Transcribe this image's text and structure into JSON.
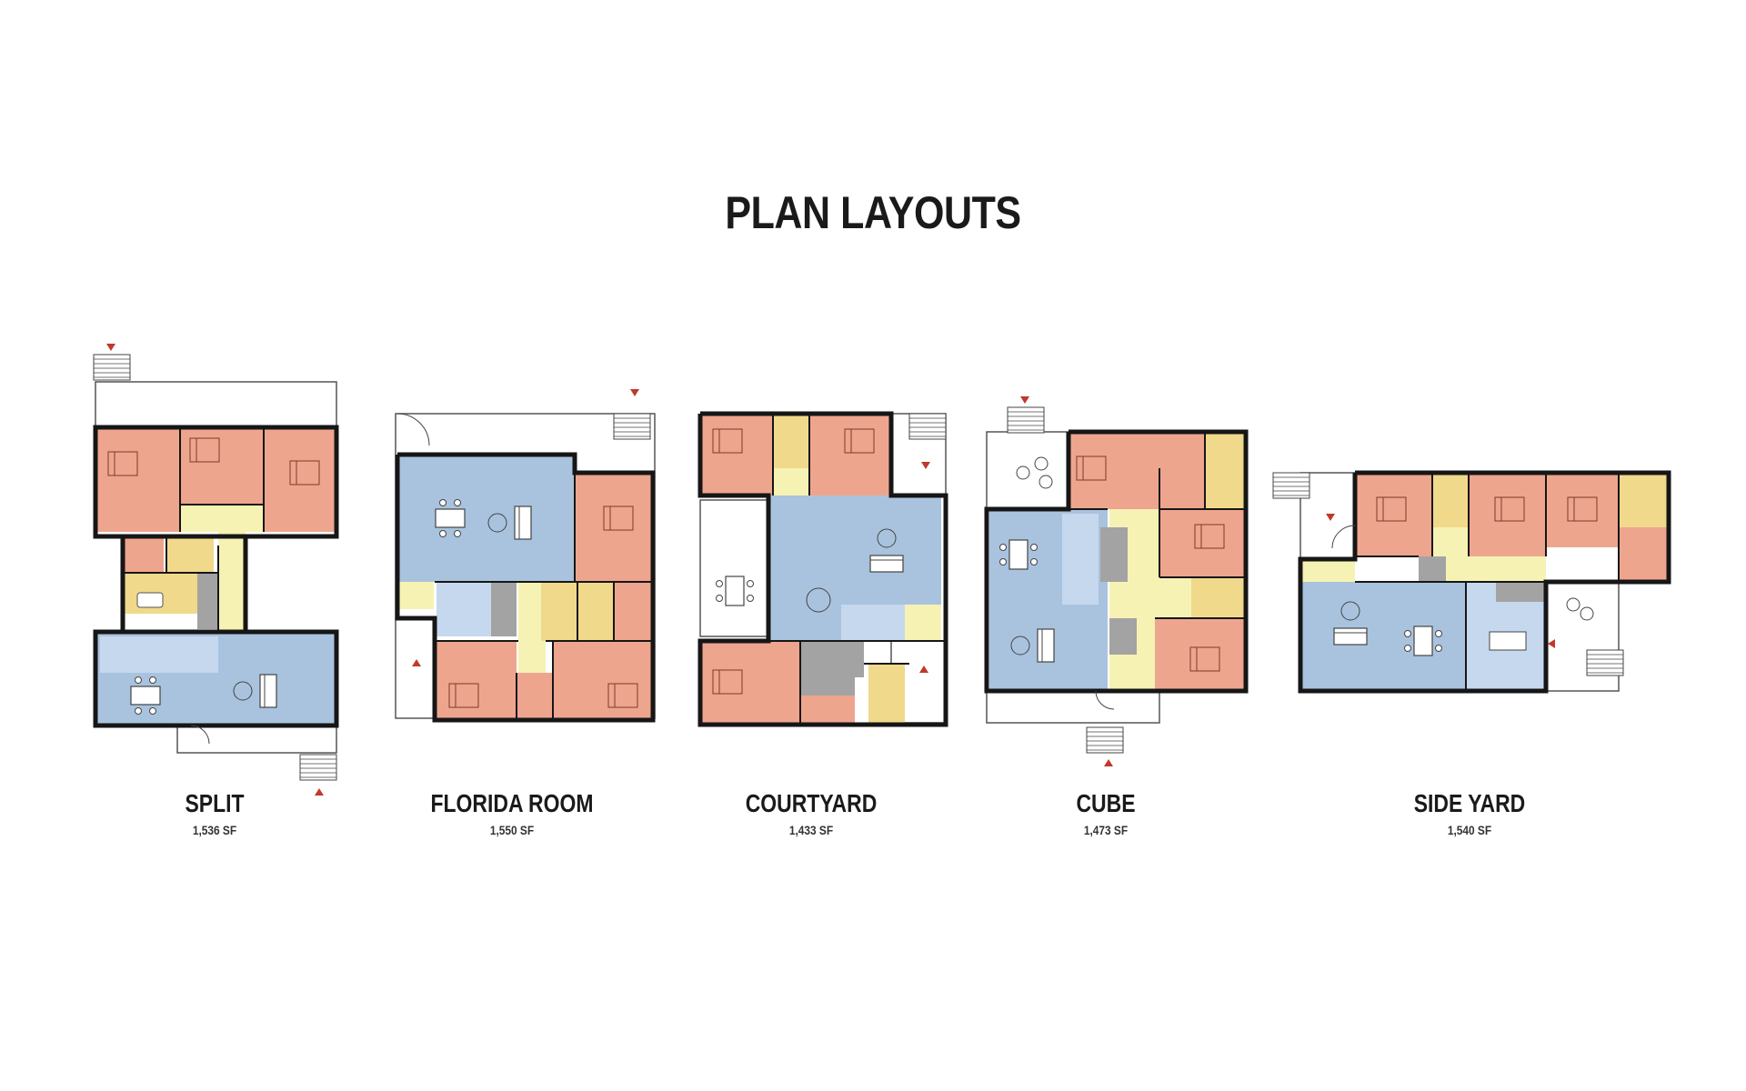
{
  "title": "PLAN LAYOUTS",
  "colors": {
    "bedroom": "#eea58e",
    "living": "#a9c3de",
    "kitchen": "#c6d8ee",
    "circulation": "#f6f2b4",
    "bath": "#f0d98a",
    "service": "#a3a3a3",
    "wall": "#161616",
    "marker": "#c0392b"
  },
  "plans": [
    {
      "name": "SPLIT",
      "area": "1,536 SF"
    },
    {
      "name": "FLORIDA ROOM",
      "area": "1,550 SF"
    },
    {
      "name": "COURTYARD",
      "area": "1,433 SF"
    },
    {
      "name": "CUBE",
      "area": "1,473 SF"
    },
    {
      "name": "SIDE YARD",
      "area": "1,540 SF"
    }
  ]
}
